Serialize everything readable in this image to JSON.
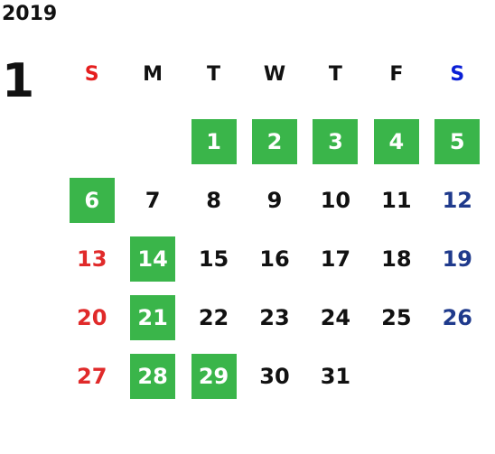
{
  "calendar": {
    "year": "2019",
    "month": "1",
    "weekdays": [
      "S",
      "M",
      "T",
      "W",
      "T",
      "F",
      "S"
    ],
    "first_weekday_index": 2,
    "colors": {
      "highlight": "#3ab54a",
      "sunday": "#e02a2a",
      "saturday": "#1f3a8c",
      "weekday": "#111111"
    },
    "days": [
      {
        "d": "1",
        "hl": true
      },
      {
        "d": "2",
        "hl": true
      },
      {
        "d": "3",
        "hl": true
      },
      {
        "d": "4",
        "hl": true
      },
      {
        "d": "5",
        "hl": true
      },
      {
        "d": "6",
        "hl": true
      },
      {
        "d": "7",
        "hl": false
      },
      {
        "d": "8",
        "hl": false
      },
      {
        "d": "9",
        "hl": false
      },
      {
        "d": "10",
        "hl": false
      },
      {
        "d": "11",
        "hl": false
      },
      {
        "d": "12",
        "hl": false
      },
      {
        "d": "13",
        "hl": false
      },
      {
        "d": "14",
        "hl": true
      },
      {
        "d": "15",
        "hl": false
      },
      {
        "d": "16",
        "hl": false
      },
      {
        "d": "17",
        "hl": false
      },
      {
        "d": "18",
        "hl": false
      },
      {
        "d": "19",
        "hl": false
      },
      {
        "d": "20",
        "hl": false
      },
      {
        "d": "21",
        "hl": true
      },
      {
        "d": "22",
        "hl": false
      },
      {
        "d": "23",
        "hl": false
      },
      {
        "d": "24",
        "hl": false
      },
      {
        "d": "25",
        "hl": false
      },
      {
        "d": "26",
        "hl": false
      },
      {
        "d": "27",
        "hl": false
      },
      {
        "d": "28",
        "hl": true
      },
      {
        "d": "29",
        "hl": true
      },
      {
        "d": "30",
        "hl": false
      },
      {
        "d": "31",
        "hl": false
      }
    ]
  }
}
